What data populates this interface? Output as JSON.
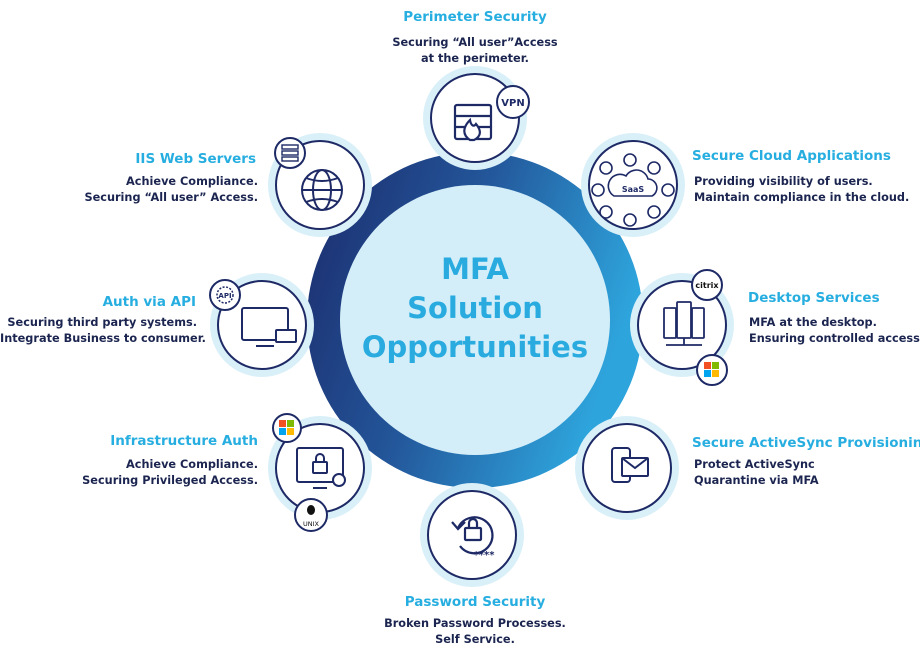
{
  "center": {
    "lines": [
      "MFA",
      "Solution",
      "Opportunities"
    ]
  },
  "nodes": [
    {
      "id": "perimeter",
      "title": "Perimeter Security",
      "desc": [
        "Securing “All user”Access",
        "at the perimeter."
      ],
      "badges": [
        "VPN"
      ]
    },
    {
      "id": "cloud",
      "title": "Secure Cloud Applications",
      "desc": [
        "Providing visibility of users.",
        "Maintain compliance in the cloud."
      ],
      "badges": [
        "SaaS"
      ]
    },
    {
      "id": "desktop",
      "title": "Desktop Services",
      "desc": [
        "MFA at the desktop.",
        "Ensuring controlled access."
      ],
      "badges": [
        "citrix"
      ]
    },
    {
      "id": "activesync",
      "title": "Secure ActiveSync Provisioning",
      "desc": [
        "Protect ActiveSync",
        "Quarantine via MFA"
      ],
      "badges": []
    },
    {
      "id": "password",
      "title": "Password Security",
      "desc": [
        "Broken Password Processes.",
        "Self Service."
      ],
      "badges": [
        "****"
      ]
    },
    {
      "id": "infra",
      "title": "Infrastructure Auth",
      "desc": [
        "Achieve Compliance.",
        "Securing Privileged Access."
      ],
      "badges": [
        "UNIX"
      ]
    },
    {
      "id": "api",
      "title": "Auth via API",
      "desc": [
        "Securing third party systems.",
        "Integrate Business to consumer."
      ],
      "badges": [
        "API"
      ]
    },
    {
      "id": "iis",
      "title": "IIS Web Servers",
      "desc": [
        "Achieve Compliance.",
        "Securing “All user” Access."
      ],
      "badges": []
    }
  ],
  "colors": {
    "accent": "#27aee0",
    "text_dark": "#1b2550",
    "ring_dark": "#1b2a6b",
    "ring_light": "#2ea4dc",
    "halo": "#d5eef8",
    "inner_fill": "#d3eef8",
    "icon_stroke": "#1e2a66"
  },
  "icons": [
    "vpn-icon",
    "firewall-flame-icon",
    "saas-cloud-icon",
    "citrix-logo-icon",
    "windows-logo-icon",
    "server-rack-icon",
    "mobile-mail-icon",
    "password-reset-lock-icon",
    "monitor-lock-icon",
    "linux-unix-icon",
    "api-gear-icon",
    "monitor-code-icon",
    "globe-icon",
    "server-list-icon"
  ]
}
